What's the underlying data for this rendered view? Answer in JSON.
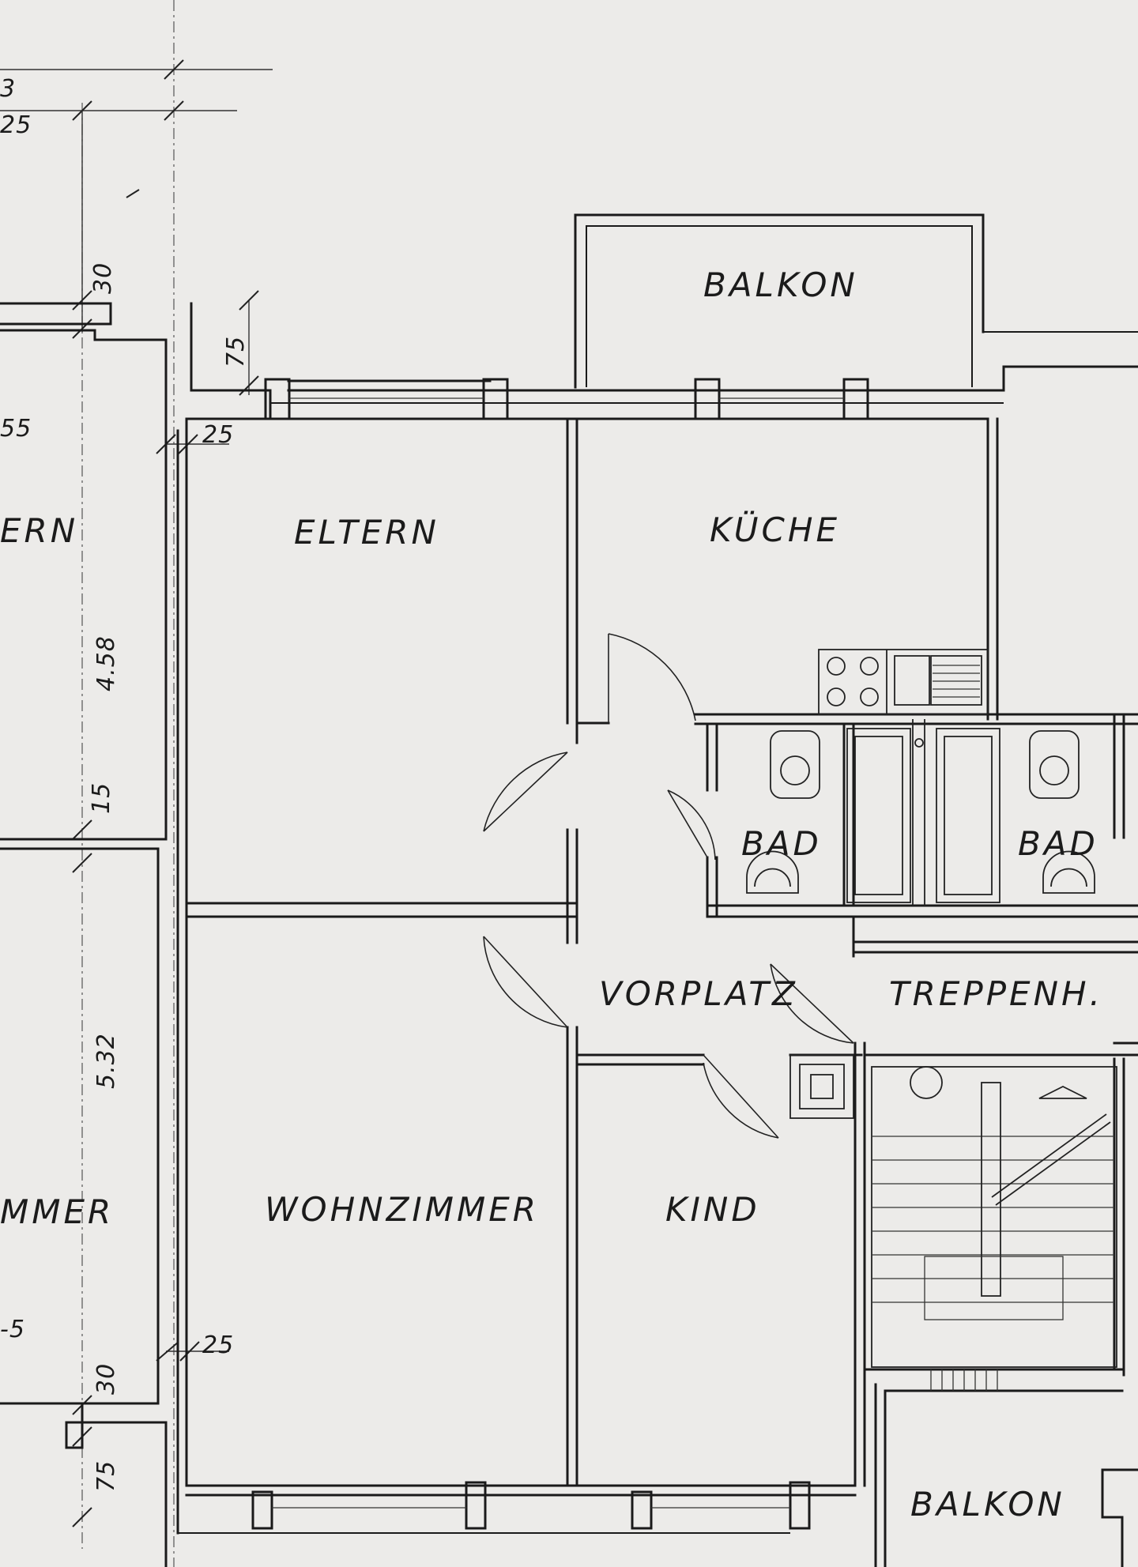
{
  "rooms": {
    "balkon_top": "BALKON",
    "eltern": "ELTERN",
    "kueche": "KÜCHE",
    "bad_left": "BAD",
    "bad_right": "BAD",
    "vorplatz": "VORPLATZ",
    "treppenhaus": "TREPPENH.",
    "wohnzimmer": "WOHNZIMMER",
    "kind": "KIND",
    "balkon_bottom": "BALKON",
    "left_eltern_partial": "ERN",
    "left_zimmer_partial": "MMER"
  },
  "dimensions": {
    "d_30_top": "30",
    "d_75_top": "75",
    "d_25_top": "25",
    "d_458": "4.58",
    "d_15": "15",
    "d_532": "5.32",
    "d_25_bottom": "25",
    "d_30_bottom": "30",
    "d_75_bottom": "75",
    "d_55": "55",
    "d_25_left": "25",
    "d_5_left": "-5",
    "d_3_top": "3"
  }
}
